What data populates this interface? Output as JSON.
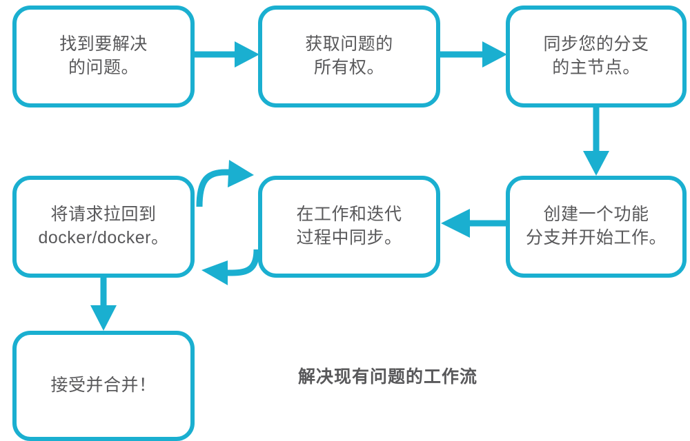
{
  "diagram": {
    "caption": "解决现有问题的工作流",
    "accent_color": "#1AAFD0",
    "text_color": "#58585A",
    "background_color": "#FFFFFF",
    "nodes": [
      {
        "id": "find-issue",
        "label": "找到要解决\n的问题。"
      },
      {
        "id": "take-ownership",
        "label": "获取问题的\n所有权。"
      },
      {
        "id": "sync-fork",
        "label": "同步您的分支\n的主节点。"
      },
      {
        "id": "create-branch",
        "label": "创建一个功能\n分支并开始工作。"
      },
      {
        "id": "sync-work",
        "label": "在工作和迭代\n过程中同步。"
      },
      {
        "id": "pull-request",
        "label": "将请求拉回到\ndocker/docker。"
      },
      {
        "id": "accept-merge",
        "label": "接受并合并！"
      }
    ],
    "edges": [
      {
        "id": "find-issue-to-take-ownership",
        "from": "find-issue",
        "to": "take-ownership",
        "direction": "right"
      },
      {
        "id": "take-ownership-to-sync-fork",
        "from": "take-ownership",
        "to": "sync-fork",
        "direction": "right"
      },
      {
        "id": "sync-fork-to-create-branch",
        "from": "sync-fork",
        "to": "create-branch",
        "direction": "down"
      },
      {
        "id": "create-branch-to-sync-work",
        "from": "create-branch",
        "to": "sync-work",
        "direction": "left"
      },
      {
        "id": "sync-work-loop-up",
        "from": "pull-request",
        "to": "sync-work",
        "direction": "curve-up"
      },
      {
        "id": "sync-work-loop-down",
        "from": "sync-work",
        "to": "pull-request",
        "direction": "curve-down"
      },
      {
        "id": "pull-request-to-accept-merge",
        "from": "pull-request",
        "to": "accept-merge",
        "direction": "down"
      }
    ]
  }
}
